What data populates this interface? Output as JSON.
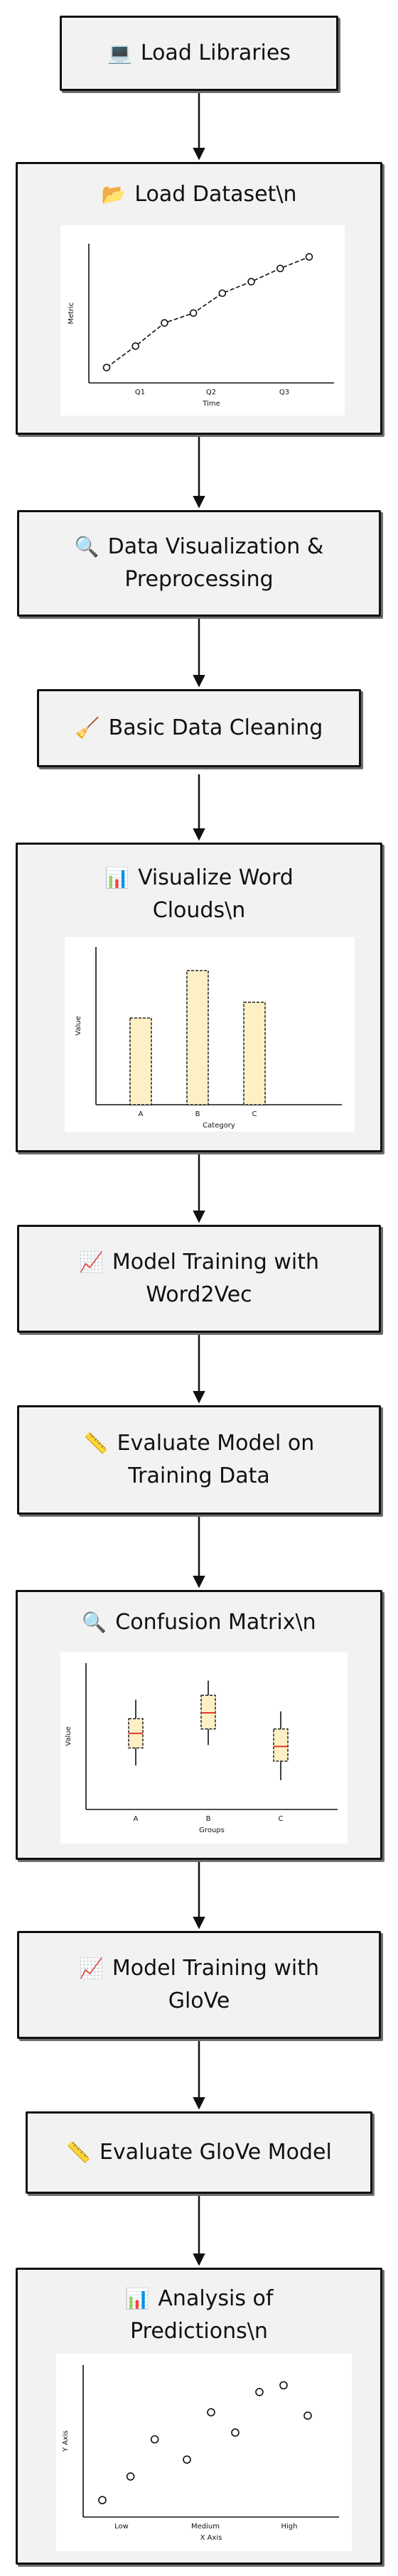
{
  "nodes": [
    {
      "id": "load-libraries",
      "icon": "💻",
      "icon_name": "laptop-icon",
      "label": "Load Libraries"
    },
    {
      "id": "load-dataset",
      "icon": "📂",
      "icon_name": "open-folder-icon",
      "label": "Load Dataset\\n"
    },
    {
      "id": "data-visualization",
      "icon": "🔍",
      "icon_name": "magnifier-icon",
      "label": "Data Visualization &",
      "label2": "Preprocessing"
    },
    {
      "id": "basic-cleaning",
      "icon": "🧹",
      "icon_name": "broom-icon",
      "label": "Basic Data Cleaning"
    },
    {
      "id": "word-clouds",
      "icon": "📊",
      "icon_name": "bar-chart-icon",
      "label": "Visualize Word",
      "label2": "Clouds\\n"
    },
    {
      "id": "word2vec",
      "icon": "📈",
      "icon_name": "trend-chart-icon",
      "label": "Model Training with",
      "label2": "Word2Vec"
    },
    {
      "id": "evaluate-training",
      "icon": "📏",
      "icon_name": "ruler-icon",
      "label": "Evaluate Model on",
      "label2": "Training Data"
    },
    {
      "id": "confusion-matrix",
      "icon": "🔍",
      "icon_name": "magnifier-icon",
      "label": "Confusion Matrix\\n"
    },
    {
      "id": "glove",
      "icon": "📈",
      "icon_name": "trend-chart-icon",
      "label": "Model Training with",
      "label2": "GloVe"
    },
    {
      "id": "evaluate-glove",
      "icon": "📏",
      "icon_name": "ruler-icon",
      "label": "Evaluate GloVe Model"
    },
    {
      "id": "analysis",
      "icon": "📊",
      "icon_name": "bar-chart-icon",
      "label": "Analysis of",
      "label2": "Predictions\\n"
    }
  ],
  "chart_data": [
    {
      "type": "line",
      "ylabel": "Metric",
      "xlabel": "Time",
      "x_ticks": [
        "Q1",
        "Q2",
        "Q3"
      ],
      "x": [
        0,
        1,
        2,
        3,
        4,
        5,
        6,
        7
      ],
      "values": [
        5,
        18,
        32,
        38,
        50,
        57,
        65,
        72
      ],
      "ylim": [
        0,
        80
      ]
    },
    {
      "type": "bar",
      "ylabel": "Value",
      "xlabel": "Category",
      "categories": [
        "A",
        "B",
        "C"
      ],
      "values": [
        44,
        68,
        52
      ],
      "ylim": [
        0,
        80
      ],
      "color": "#fdf0c4"
    },
    {
      "type": "box",
      "ylabel": "Value",
      "xlabel": "Groups",
      "categories": [
        "A",
        "B",
        "C"
      ],
      "boxes": [
        {
          "min": 30,
          "q1": 42,
          "median": 52,
          "q3": 62,
          "max": 75
        },
        {
          "min": 44,
          "q1": 55,
          "median": 66,
          "q3": 78,
          "max": 88
        },
        {
          "min": 20,
          "q1": 33,
          "median": 43,
          "q3": 55,
          "max": 67
        }
      ],
      "ylim": [
        0,
        100
      ],
      "median_color": "#e03a2a"
    },
    {
      "type": "scatter",
      "ylabel": "Y Axis",
      "xlabel": "X Axis",
      "x_ticks": [
        "Low",
        "Medium",
        "High"
      ],
      "points": [
        [
          0.3,
          10
        ],
        [
          1.0,
          24
        ],
        [
          1.6,
          46
        ],
        [
          2.4,
          34
        ],
        [
          3.0,
          62
        ],
        [
          3.6,
          50
        ],
        [
          4.2,
          74
        ],
        [
          4.8,
          78
        ],
        [
          5.4,
          60
        ]
      ],
      "xlim": [
        0,
        6
      ],
      "ylim": [
        0,
        90
      ]
    }
  ]
}
